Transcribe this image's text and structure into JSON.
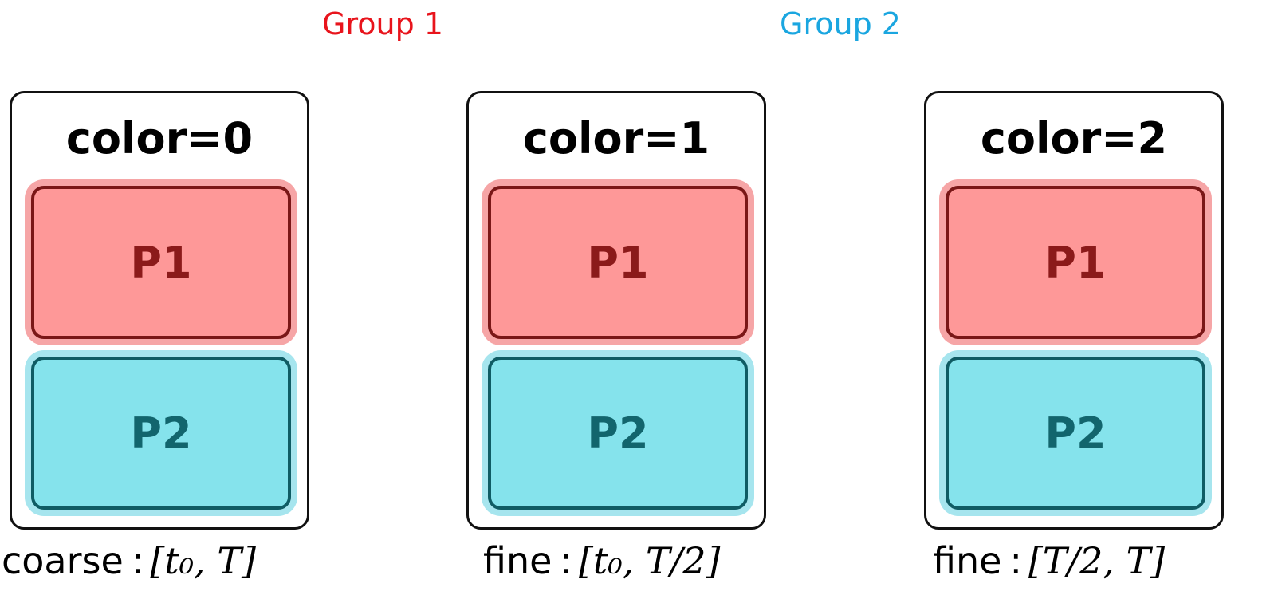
{
  "groups": {
    "group1": {
      "label": "Group 1",
      "color": "#e8141c"
    },
    "group2": {
      "label": "Group 2",
      "color": "#1aa6e0"
    }
  },
  "colors": {
    "p1_fill": "#fe9898",
    "p1_border": "#7a1717",
    "p2_fill": "#85e3ec",
    "p2_border": "#0f5c64"
  },
  "boxes": [
    {
      "title": "color=0",
      "p1": "P1",
      "p2": "P2",
      "range_word": "coarse",
      "range_sep": ":",
      "range_math": "[t₀, T]"
    },
    {
      "title": "color=1",
      "p1": "P1",
      "p2": "P2",
      "range_word": "fine",
      "range_sep": ":",
      "range_math": "[t₀, T/2]"
    },
    {
      "title": "color=2",
      "p1": "P1",
      "p2": "P2",
      "range_word": "fine",
      "range_sep": ":",
      "range_math": "[T/2, T]"
    }
  ]
}
